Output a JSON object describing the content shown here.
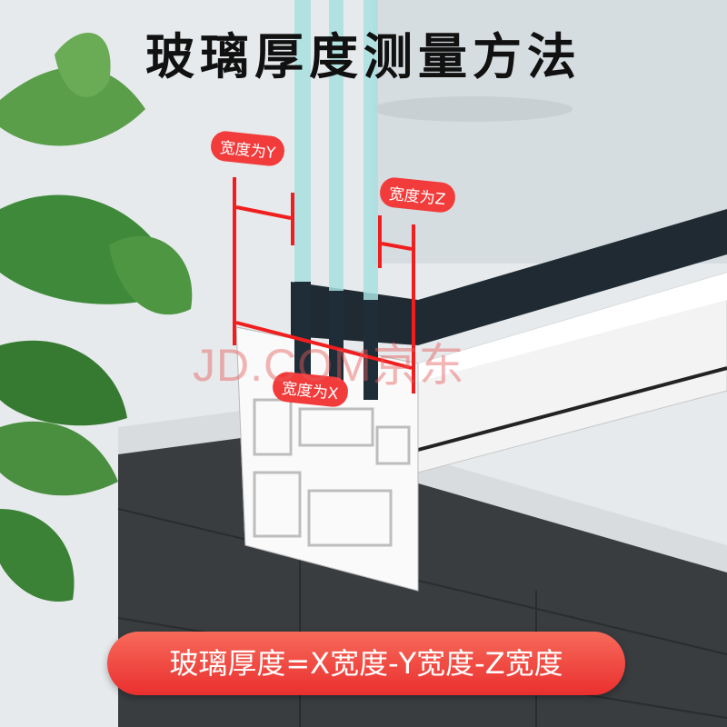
{
  "title": "玻璃厚度测量方法",
  "labels": {
    "y": "宽度为Y",
    "z": "宽度为Z",
    "x": "宽度为X"
  },
  "watermark": "JD.COM京东",
  "formula": "玻璃厚度=X宽度-Y宽度-Z宽度",
  "colors": {
    "accent": "#f23b3b",
    "leaf": "#3f8a3a",
    "block": "#3a3d40"
  }
}
